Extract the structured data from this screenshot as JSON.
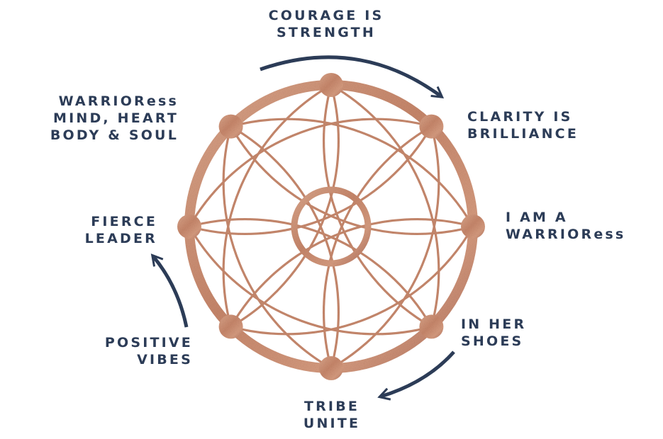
{
  "colors": {
    "text": "#2c3c57",
    "arrow": "#2c3c57",
    "copper": "#c98a6e",
    "copper_light": "#dca78c",
    "copper_dark": "#b0705a"
  },
  "labels": {
    "top": {
      "line1": "COURAGE IS",
      "line2": "STRENGTH"
    },
    "upper_right": {
      "line1": "CLARITY IS",
      "line2": "BRILLIANCE"
    },
    "right": {
      "line1": "I AM A",
      "line2": "WARRIORess"
    },
    "lower_right": {
      "line1": "IN HER",
      "line2": "SHOES"
    },
    "bottom": {
      "line1": "TRIBE",
      "line2": "UNITE"
    },
    "lower_left": {
      "line1": "POSITIVE",
      "line2": "VIBES"
    },
    "left": {
      "line1": "FIERCE",
      "line2": "LEADER"
    },
    "upper_left": {
      "line1": "WARRIORess",
      "line2": "MIND, HEART",
      "line3": "BODY & SOUL"
    }
  },
  "icons": {
    "arrows": [
      "curved-arrow-icon",
      "curved-arrow-icon",
      "curved-arrow-icon"
    ],
    "wheel": "dreamcatcher-wheel-icon"
  }
}
